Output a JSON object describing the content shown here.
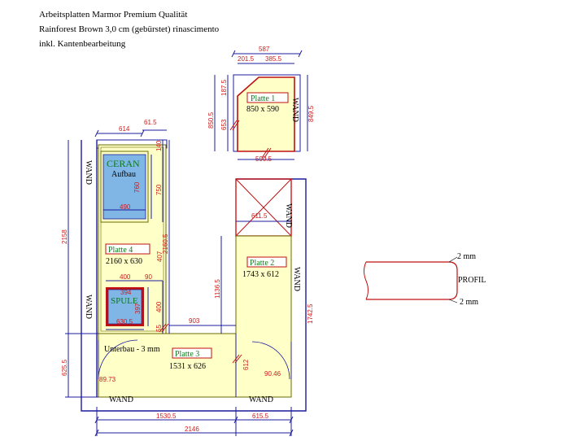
{
  "header": {
    "line1": "Arbeitsplatten Marmor Premium Qualität",
    "line2": "Rainforest Brown 3,0 cm (gebürstet) rinascimento",
    "line3": "inkl. Kantenbearbeitung"
  },
  "plates": [
    {
      "name": "Platte 1",
      "size": "850 x 590"
    },
    {
      "name": "Platte 2",
      "size": "1743 x 612"
    },
    {
      "name": "Platte 3",
      "size": "1531 x  626"
    },
    {
      "name": "Platte 4",
      "size": "2160 x 630"
    }
  ],
  "labels": {
    "ceran": "CERAN",
    "aufbau": "Aufbau",
    "spule": "SPULE",
    "unterbau": "Unterbau - 3 mm",
    "wand": "WAND",
    "profil": "PROFIL",
    "profil_top": "2 mm",
    "profil_bottom": "2 mm"
  },
  "dimensions": {
    "d587": "587",
    "d201_5": "201.5",
    "d385_5": "385.5",
    "d187_5": "187.5",
    "d850_5": "850.5",
    "d653": "653",
    "d849_5": "849.5",
    "d590_5": "590.5",
    "d614": "614",
    "d61_5": "61.5",
    "d140": "140",
    "d750": "750",
    "d760": "760",
    "d490": "490",
    "d2158": "2158",
    "d2160_5": "2160.5",
    "d611_5": "611.5",
    "d1136_5": "1136.5",
    "d1742_5": "1742.5",
    "d400a": "400",
    "d90": "90",
    "d394": "394",
    "d397": "397",
    "d400b": "400",
    "d630_5": "630.5",
    "d903": "903",
    "d55": "55",
    "d612": "612",
    "d625_5": "625.5",
    "d89_73": "89.73",
    "d90_46": "90.46",
    "d1530_5": "1530.5",
    "d615_5": "615.5",
    "d2146": "2146",
    "d407": "407"
  },
  "colors": {
    "countertop_fill": "#ffffc8",
    "sink_fill": "#7fb6e6",
    "dimension": "#1c1c9c",
    "dim_text": "#d01a1a",
    "plate_border": "#c01010",
    "plate_name": "#0b7a1a"
  }
}
